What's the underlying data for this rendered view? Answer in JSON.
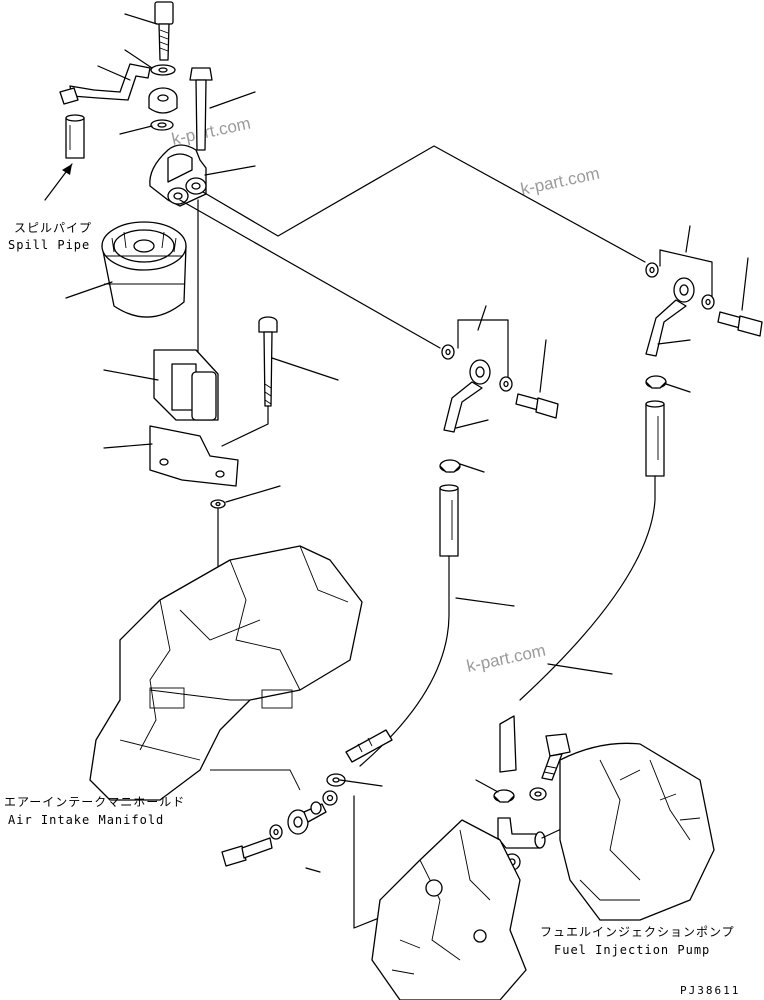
{
  "labels": {
    "spill_pipe_jp": "スピルパイプ",
    "spill_pipe_en": "Spill Pipe",
    "air_intake_jp": "エアーインテークマニホールド",
    "air_intake_en": "Air Intake Manifold",
    "fuel_pump_jp": "フュエルインジェクションポンプ",
    "fuel_pump_en": "Fuel Injection Pump"
  },
  "watermark": "k-part.com",
  "drawing_code": "PJ38611"
}
